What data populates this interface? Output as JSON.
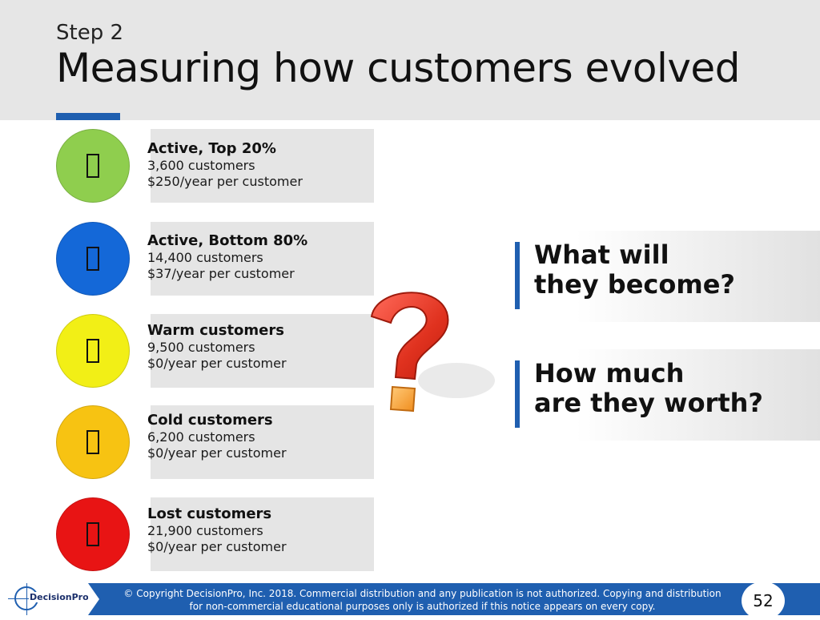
{
  "header": {
    "step": "Step 2",
    "title": "Measuring how customers evolved"
  },
  "segments": [
    {
      "name": "Active, Top 20%",
      "count": "3,600 customers",
      "value": "$250/year per customer",
      "color": "#8fce4e",
      "icon": "box-glyph-icon"
    },
    {
      "name": "Active, Bottom 80%",
      "count": "14,400 customers",
      "value": "$37/year per customer",
      "color": "#1468d8",
      "icon": "box-glyph-icon"
    },
    {
      "name": "Warm customers",
      "count": "9,500 customers",
      "value": "$0/year per customer",
      "color": "#f2ef16",
      "icon": "box-glyph-icon"
    },
    {
      "name": "Cold customers",
      "count": "6,200 customers",
      "value": "$0/year per customer",
      "color": "#f7c312",
      "icon": "box-glyph-icon"
    },
    {
      "name": "Lost customers",
      "count": "21,900 customers",
      "value": "$0/year per customer",
      "color": "#e81414",
      "icon": "box-glyph-icon"
    }
  ],
  "questions": [
    {
      "line1": "What will",
      "line2": "they become?"
    },
    {
      "line1": "How much",
      "line2": "are they worth?"
    }
  ],
  "footer": {
    "logo_text": "DecisionPro",
    "copyright_line1": "© Copyright DecisionPro, Inc.  2018. Commercial distribution and any publication is not authorized. Copying and distribution",
    "copyright_line2": "for non-commercial educational purposes only is authorized if this notice appears on every copy.",
    "page_number": "52"
  },
  "colors": {
    "accent": "#1f5fb0",
    "header_bg": "#e6e6e6",
    "card_bg": "#e5e5e5"
  }
}
